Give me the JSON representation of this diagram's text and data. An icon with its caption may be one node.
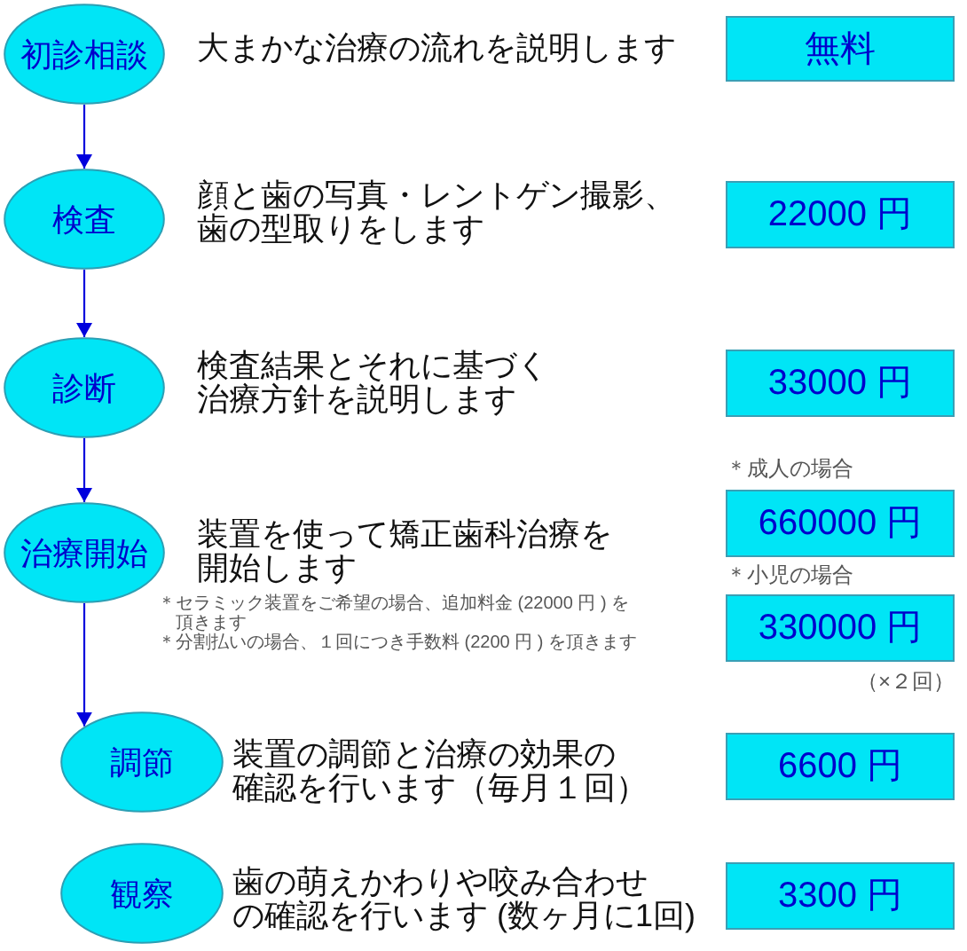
{
  "diagram": {
    "nodes": [
      {
        "text": [
          "初診相談"
        ],
        "beside": [
          "大まかな治療の流れを説明します"
        ]
      },
      {
        "text": [
          "無料"
        ]
      },
      {
        "text": [
          "検査"
        ],
        "beside": [
          "顔と歯の写真・レントゲン撮影、歯の型取りをします"
        ]
      },
      {
        "text": [
          "22000 円"
        ]
      },
      {
        "text": [
          "診断"
        ],
        "beside": [
          "検査結果とそれに基づく治療方針を説明します"
        ]
      },
      {
        "text": [
          "33000 円"
        ]
      },
      {
        "text": [
          "治療開始"
        ],
        "beside": [
          "装置を使って矯正歯科治療を開始します"
        ]
      },
      {
        "text": [
          "660000 円"
        ],
        "beside": [
          "＊成人の場合"
        ]
      },
      {
        "text": [
          "330000 円"
        ],
        "beside": [
          "＊小児の場合",
          "（×２回）"
        ]
      },
      {
        "text": [
          "調節"
        ],
        "beside": [
          "装置の調節と治療の効果の確認を行います（毎月１回）"
        ]
      },
      {
        "text": [
          "6600 円"
        ]
      },
      {
        "text": [
          "観察"
        ],
        "beside": [
          "歯の萌えかわりや咬み合わせの確認を行います (数ヶ月に1回)"
        ]
      },
      {
        "text": [
          "3300 円"
        ]
      }
    ],
    "edges": [
      {
        "from": 0,
        "to": 2,
        "arrow": "to"
      },
      {
        "from": 2,
        "to": 4,
        "arrow": "to"
      },
      {
        "from": 4,
        "to": 6,
        "arrow": "to"
      },
      {
        "from": 6,
        "to": 9,
        "arrow": "to"
      }
    ],
    "labels": [
      "＊セラミック装置をご希望の場合、追加料金 (22000 円 ) を頂きます",
      "＊分割払いの場合、１回につき手数料 (2200 円 ) を頂きます"
    ]
  }
}
